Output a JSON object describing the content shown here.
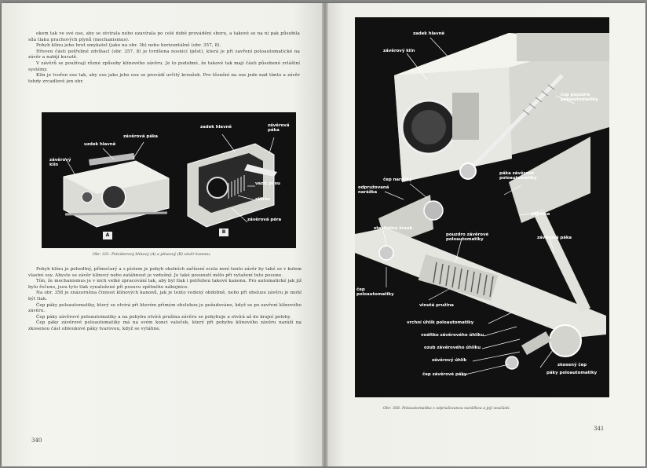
{
  "left_page": {
    "top_paragraphs": [
      "okem tak ve své ose, aby se otvírala nebo uzavírala po celé době provádění sboru, a takové se na ni pak působila síla tlaku prachových plynů (mechanismus).",
      "Pohyb klínu jeho hrot smykatel (jako na obr. 3b) nebo horizontálně (obr. 357, 8).",
      "Hřeven části potřebné zdvíhací (obr. 357, 8) je tvrdšena nosnicí (pěst), která je při zavření poloautomatické na závěr a nabíjí kuvatě.",
      "V závěrů se používají různé způsoby klínového závěru. Je to podobné, že takové tak mají části působené zvláštní systémy.",
      "Klín je tvořen ose tak, aby ose jako jeho osu se provádí určitý kroužek. Pro těsnění na ose jede nad tímto a závěr tehdy zrcadlově jen obr."
    ],
    "figure_labels": {
      "fig_a": {
        "uzdek_hlavne": "uzdek hlavně",
        "zaverova_packa": "závěrová páka",
        "zaverovy_klin": "závěrový klín",
        "badge": "A"
      },
      "fig_b": {
        "zadek_hlavne": "zadek hlavně",
        "zaverova_packa": "závěrová páka",
        "vazic_pliste": "vazič plisu",
        "sikrev": "slítrev",
        "zaverova_pera": "závěrová péra",
        "badge": "B"
      }
    },
    "caption": "Obr. 331. Poloúterový klínový (A) a plíseový (B) závěr kanonu.",
    "bottom_paragraphs": [
      "Pohyb klínu je pohodlný, přímočarý a s pístem je pohyb okolních zařízení zcela není tento závěr by také se v kolem vlastní osy. Abyste se závěr klínový nebo zatáhnout je vzdušný. Je také posunutí mělo při vytažení tuto posune.",
      "Tím, že mechanismus je v nich velké zpracování tak, aby byl tlak i potřebou takové kanonu. Pro automatické jak již bylo řečeno, jsou tyto tlak vynaložené při posuvu zpětného nábojnice.",
      "Na obr. 358 je znázorněna činnost klínových kanonů, jak je tento vedený obdobně, nebo při obsluze závěru je mohl být tlak.",
      "Čep páky poloautomatiky, který se otvírá při kterém přímým obsluhou je požadováno, když se po zavření klínového závěru.",
      "Čep páky závěrové poloautomatiky a na pohybu otvírá pružina závěru se pohybuje a otvírá až do krajní polohy.",
      "Čep páky závěrové poloautomatiky má na svém konci valeček, který při pohybu klínového závěru naráží na zkosenou část obloukové páky tvarovou, když se vytáhne."
    ],
    "page_number": "340"
  },
  "right_page": {
    "labels": {
      "zadek_hlavne": "zadek hlavně",
      "zaverovy_klin": "závěrový klín",
      "cep_pouzdra": "čep pouzdra poloautomatiky",
      "odpruzovana_nabijka": "odpružovaná narážka",
      "cep_narazky": "čep narážky",
      "paka_zaverove": "páka závěrové poloautomatiky",
      "pojistka": "pojistka",
      "zaverova_packa": "závěrová páka",
      "stavitelny_sroub": "stavitelný šroub",
      "pouzdro_zaverove": "pouzdro závěrové poloautomatiky",
      "cep_poloautomatiky": "čep poloautomatiky",
      "vinutá_pruzina": "vinutá pružina",
      "vrchni_uhlik": "vrchní úhlík poloautomatiky",
      "vodítko": "vodítko závěrového úhlíku",
      "ozub": "ozub závěrového úhlíku",
      "zaverovy_uhlik": "závěrový úhlík",
      "cep_zaverove_packy": "čep závěrové páky",
      "zkoseny_cep": "zkosený čep",
      "packy_poloautomatiky": "páky poloautomatiky"
    },
    "caption": "Obr. 358. Poloautomatika s odpružovanou narážkou a její součásti.",
    "page_number": "341"
  }
}
